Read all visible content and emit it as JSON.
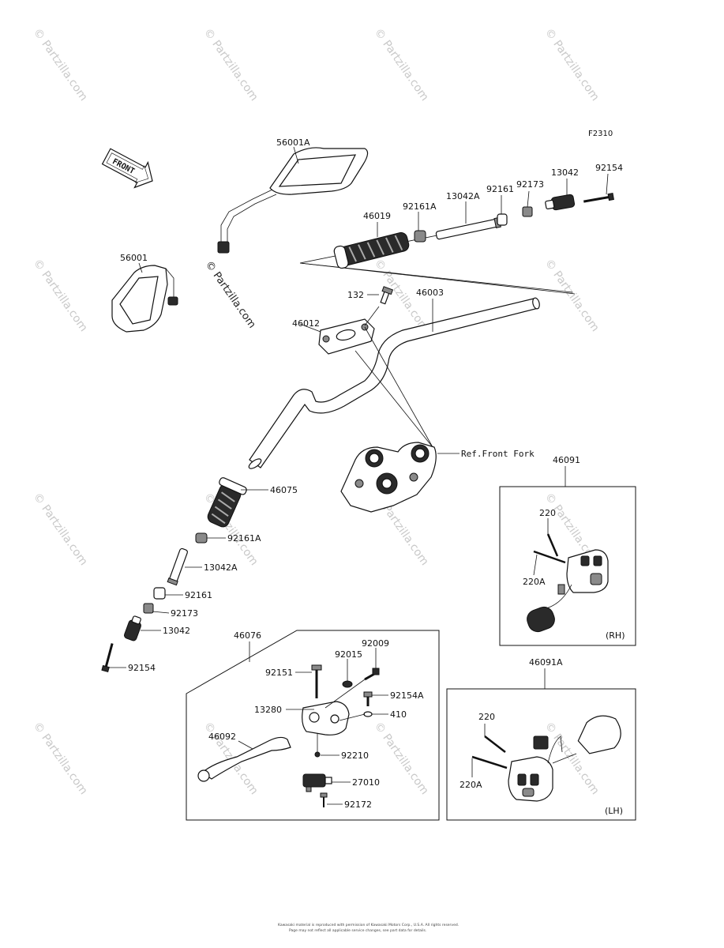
{
  "diagram_code": "F2310",
  "front_label": "FRONT",
  "watermark_main": "© Partzilla.com",
  "watermark_repeat": "© Partzilla.com",
  "ref_label": "Ref.Front Fork",
  "boxes": {
    "rh": {
      "part": "46091",
      "tag": "(RH)",
      "labels": [
        "220",
        "220A"
      ]
    },
    "lh": {
      "part": "46091A",
      "tag": "(LH)",
      "labels": [
        "220",
        "220A"
      ]
    },
    "lever": {
      "part": "46076",
      "labels": [
        "92009",
        "92015",
        "92151",
        "92154A",
        "13280",
        "410",
        "46092",
        "92210",
        "27010",
        "92172"
      ]
    }
  },
  "labels": {
    "mirror_r": "56001A",
    "mirror_l": "56001",
    "grip_r": "46019",
    "nut_r": "92161A",
    "weight_r_rod": "13042A",
    "spacer_r": "92161",
    "clip_r": "92173",
    "weight_r": "13042",
    "bolt_r": "92154",
    "bolt_132": "132",
    "holder": "46012",
    "handlebar": "46003",
    "grip_l": "46075",
    "nut_l": "92161A",
    "rod_l": "13042A",
    "spacer_l": "92161",
    "clip_l": "92173",
    "weight_l": "13042",
    "bolt_l": "92154"
  },
  "footer": {
    "line1": "Kawasaki material is reproduced with permission of Kawasaki Motors Corp., U.S.A. All rights reserved.",
    "line2": "Page may not reflect all applicable service changes, see part data for details."
  }
}
